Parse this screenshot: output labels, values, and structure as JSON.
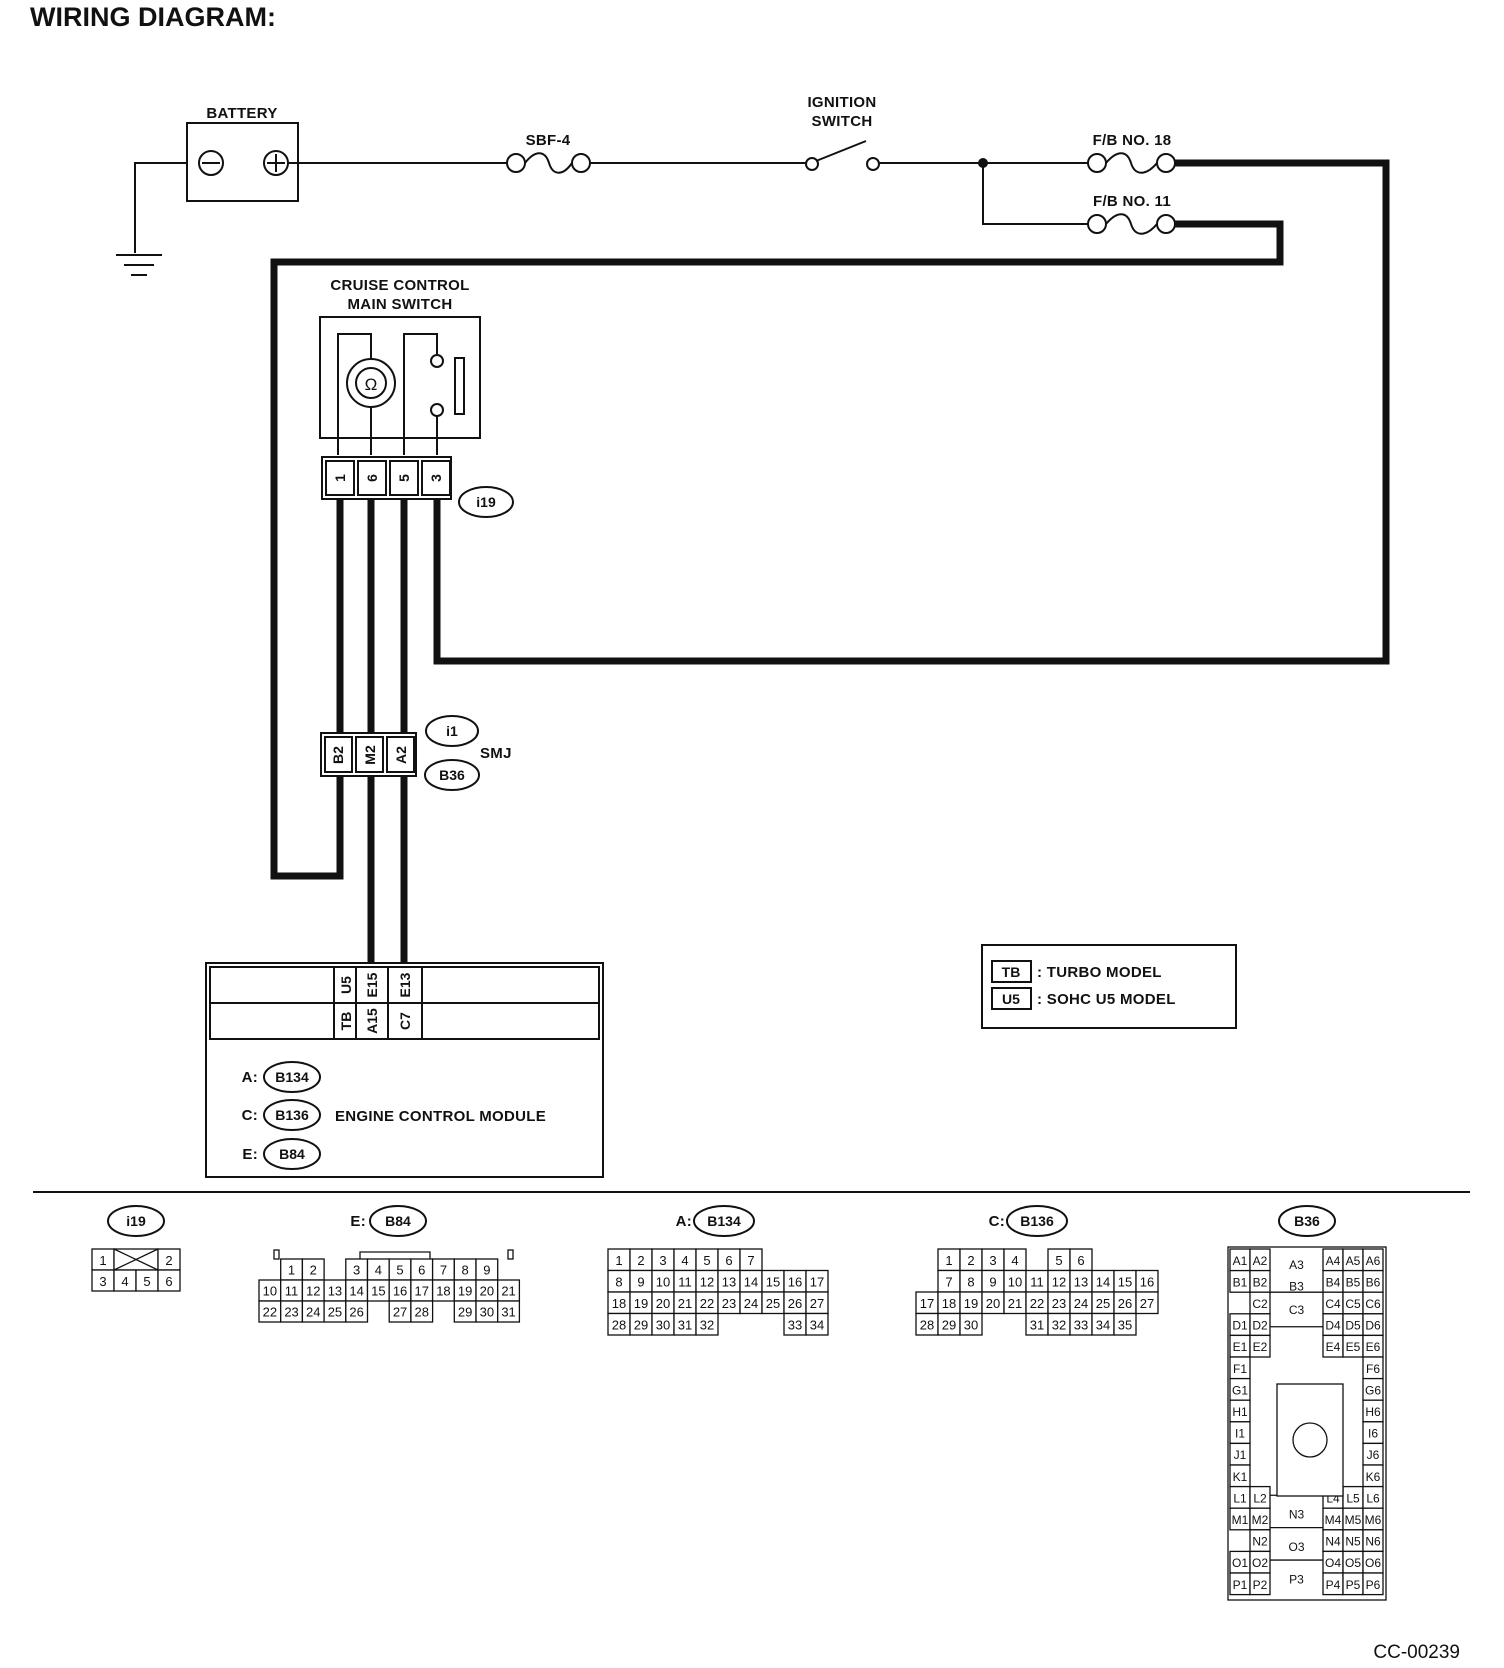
{
  "title": "WIRING DIAGRAM:",
  "figure_code": "CC-00239",
  "components": {
    "battery": {
      "label": "BATTERY",
      "neg": "⊖",
      "pos": "⊕"
    },
    "fuse_sbf4": "SBF-4",
    "ignition": {
      "line1": "IGNITION",
      "line2": "SWITCH"
    },
    "fb18": "F/B NO. 18",
    "fb11": "F/B NO. 11",
    "cruise_switch": {
      "line1": "CRUISE CONTROL",
      "line2": "MAIN SWITCH",
      "lamp_glyph": "Ω"
    },
    "i19": {
      "id": "i19",
      "pins": [
        "1",
        "6",
        "5",
        "3"
      ]
    },
    "smj": {
      "label": "SMJ",
      "id1": "i1",
      "id2": "B36",
      "pins": [
        "B2",
        "M2",
        "A2"
      ]
    },
    "ecm": {
      "label": "ENGINE CONTROL MODULE",
      "row1": [
        "U5",
        "E15",
        "E13"
      ],
      "row2": [
        "TB",
        "A15",
        "C7"
      ],
      "connectors": [
        {
          "prefix": "A:",
          "id": "B134"
        },
        {
          "prefix": "C:",
          "id": "B136"
        },
        {
          "prefix": "E:",
          "id": "B84"
        }
      ]
    }
  },
  "legend": [
    {
      "code": "TB",
      "desc": ": TURBO MODEL"
    },
    {
      "code": "U5",
      "desc": ": SOHC U5 MODEL"
    }
  ],
  "connector_views": {
    "i19": {
      "id": "i19",
      "row1": [
        "1",
        "",
        "2"
      ],
      "row2": [
        "3",
        "4",
        "5",
        "6"
      ]
    },
    "b84": {
      "prefix": "E:",
      "id": "B84",
      "row1": [
        "",
        "1",
        "2",
        "",
        "3",
        "4",
        "5",
        "6",
        "7",
        "8",
        "9"
      ],
      "row2": [
        "10",
        "11",
        "12",
        "13",
        "14",
        "15",
        "16",
        "17",
        "18",
        "19",
        "20",
        "21"
      ],
      "row3": [
        "22",
        "23",
        "24",
        "25",
        "26",
        "",
        "27",
        "28",
        "",
        "29",
        "30",
        "31"
      ]
    },
    "b134": {
      "prefix": "A:",
      "id": "B134",
      "row1": [
        "1",
        "2",
        "3",
        "4",
        "5",
        "6",
        "7"
      ],
      "row2": [
        "8",
        "9",
        "10",
        "11",
        "12",
        "13",
        "14",
        "15",
        "16",
        "17"
      ],
      "row3": [
        "18",
        "19",
        "20",
        "21",
        "22",
        "23",
        "24",
        "25",
        "26",
        "27"
      ],
      "row4": [
        "28",
        "29",
        "30",
        "31",
        "32",
        "",
        "",
        "",
        "33",
        "34"
      ]
    },
    "b136": {
      "prefix": "C:",
      "id": "B136",
      "row1": [
        "1",
        "2",
        "3",
        "4",
        "",
        "5",
        "6"
      ],
      "row2": [
        "7",
        "8",
        "9",
        "10",
        "11",
        "12",
        "13",
        "14",
        "15",
        "16"
      ],
      "row3": [
        "17",
        "18",
        "19",
        "20",
        "21",
        "22",
        "23",
        "24",
        "25",
        "26",
        "27"
      ],
      "row4": [
        "28",
        "29",
        "30",
        "",
        "",
        "31",
        "32",
        "33",
        "34",
        "35"
      ]
    },
    "b36": {
      "id": "B36",
      "left": [
        [
          "A1",
          "A2"
        ],
        [
          "B1",
          "B2"
        ],
        [
          "",
          "C2"
        ],
        [
          "D1",
          "D2"
        ],
        [
          "E1",
          "E2"
        ],
        [
          "F1"
        ],
        [
          "G1"
        ],
        [
          "H1"
        ],
        [
          "I1"
        ],
        [
          "J1"
        ],
        [
          "K1"
        ],
        [
          "L1",
          "L2"
        ],
        [
          "M1",
          "M2"
        ],
        [
          "",
          "N2"
        ],
        [
          "O1",
          "O2"
        ],
        [
          "P1",
          "P2"
        ]
      ],
      "right": [
        [
          "A4",
          "A5",
          "A6"
        ],
        [
          "B4",
          "B5",
          "B6"
        ],
        [
          "C4",
          "C5",
          "C6"
        ],
        [
          "D4",
          "D5",
          "D6"
        ],
        [
          "E4",
          "E5",
          "E6"
        ],
        [
          "F6"
        ],
        [
          "G6"
        ],
        [
          "H6"
        ],
        [
          "I6"
        ],
        [
          "J6"
        ],
        [
          "K6"
        ],
        [
          "L4",
          "L5",
          "L6"
        ],
        [
          "M4",
          "M5",
          "M6"
        ],
        [
          "N4",
          "N5",
          "N6"
        ],
        [
          "O4",
          "O5",
          "O6"
        ],
        [
          "P4",
          "P5",
          "P6"
        ]
      ],
      "middle": [
        "A3",
        "B3",
        "C3",
        "N3",
        "O3",
        "P3"
      ]
    }
  }
}
